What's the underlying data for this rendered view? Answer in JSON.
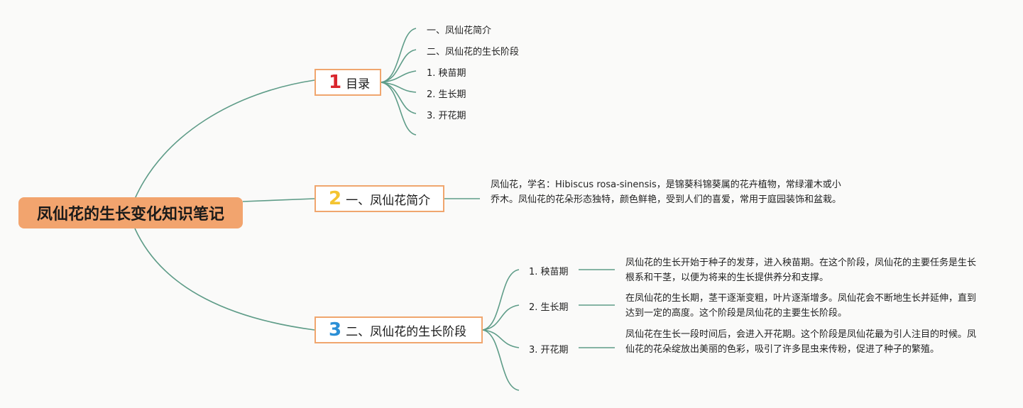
{
  "root": {
    "title": "凤仙花的生长变化知识笔记"
  },
  "branches": [
    {
      "number": "1",
      "label": "目录",
      "children": [
        "一、凤仙花简介",
        "二、凤仙花的生长阶段",
        "1. 秧苗期",
        "2. 生长期",
        "3. 开花期",
        ""
      ]
    },
    {
      "number": "2",
      "label": "一、凤仙花简介",
      "description": "凤仙花，学名：Hibiscus rosa-sinensis，是锦葵科锦葵属的花卉植物，常绿灌木或小乔木。凤仙花的花朵形态独特，颜色鲜艳，受到人们的喜爱，常用于庭园装饰和盆栽。"
    },
    {
      "number": "3",
      "label": "二、凤仙花的生长阶段",
      "stages": [
        {
          "label": "1. 秧苗期",
          "description": "凤仙花的生长开始于种子的发芽，进入秧苗期。在这个阶段，凤仙花的主要任务是生长根系和干茎，以便为将来的生长提供养分和支撑。"
        },
        {
          "label": "2. 生长期",
          "description": "在凤仙花的生长期，茎干逐渐变粗，叶片逐渐增多。凤仙花会不断地生长并延伸，直到达到一定的高度。这个阶段是凤仙花的主要生长阶段。"
        },
        {
          "label": "3. 开花期",
          "description": "凤仙花在生长一段时间后，会进入开花期。这个阶段是凤仙花最为引人注目的时候。凤仙花的花朵绽放出美丽的色彩，吸引了许多昆虫来传粉，促进了种子的繁殖。"
        }
      ]
    }
  ],
  "colors": {
    "connector": "#5e9c88",
    "root_fill": "#f2a46e",
    "box_border": "#f0a66e",
    "number_1": "#d9262d",
    "number_2": "#f4c430",
    "number_3": "#2b8fd6"
  }
}
